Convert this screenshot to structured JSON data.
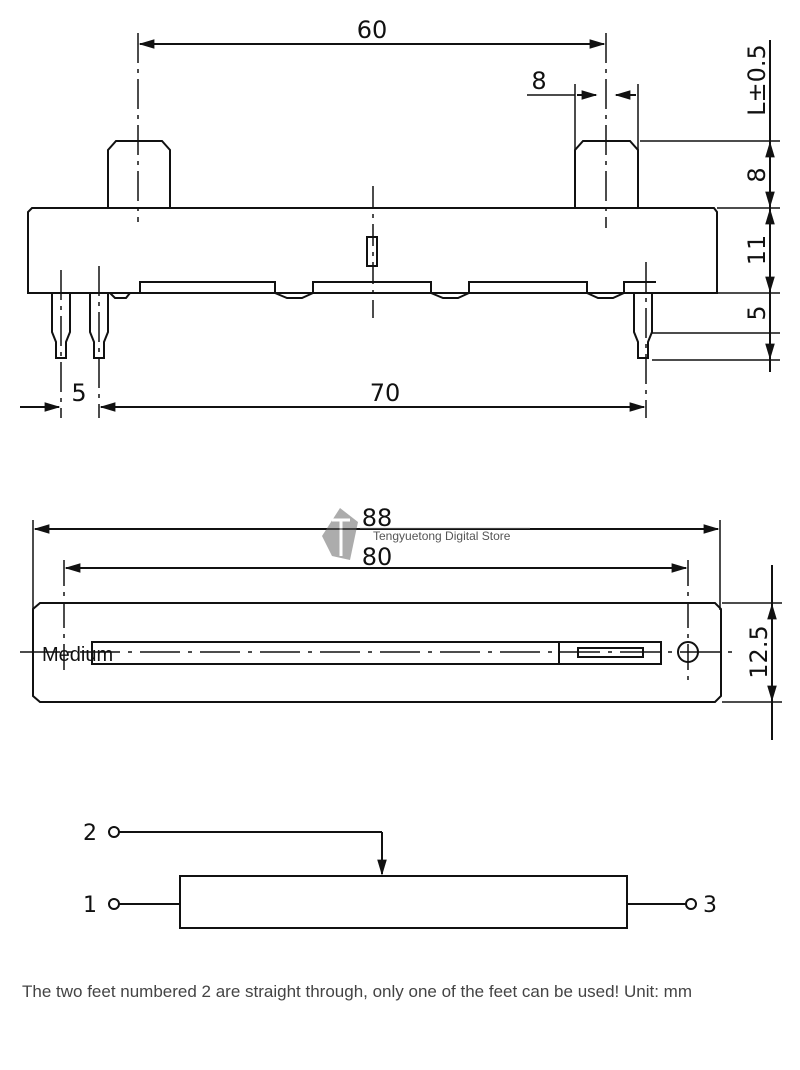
{
  "front_view": {
    "dims": {
      "lever_spacing": "60",
      "lever_width": "8",
      "travel_tolerance": "L±0.5",
      "lever_height": "8",
      "body_height": "11",
      "pin_length": "5",
      "pin_pitch": "5",
      "pin_span": "70"
    }
  },
  "top_view": {
    "dims": {
      "overall_length": "88",
      "mount_hole_spacing": "80",
      "body_width": "12.5"
    },
    "label": "Medium"
  },
  "schematic": {
    "terminals": [
      "1",
      "2",
      "3"
    ]
  },
  "watermark": {
    "text": "Tengyuetong Digital Store"
  },
  "note": "The two feet numbered 2 are straight through, only one of the feet can be used! Unit: mm",
  "colors": {
    "line": "#111111",
    "note_text": "#444444",
    "watermark": "#888888"
  }
}
